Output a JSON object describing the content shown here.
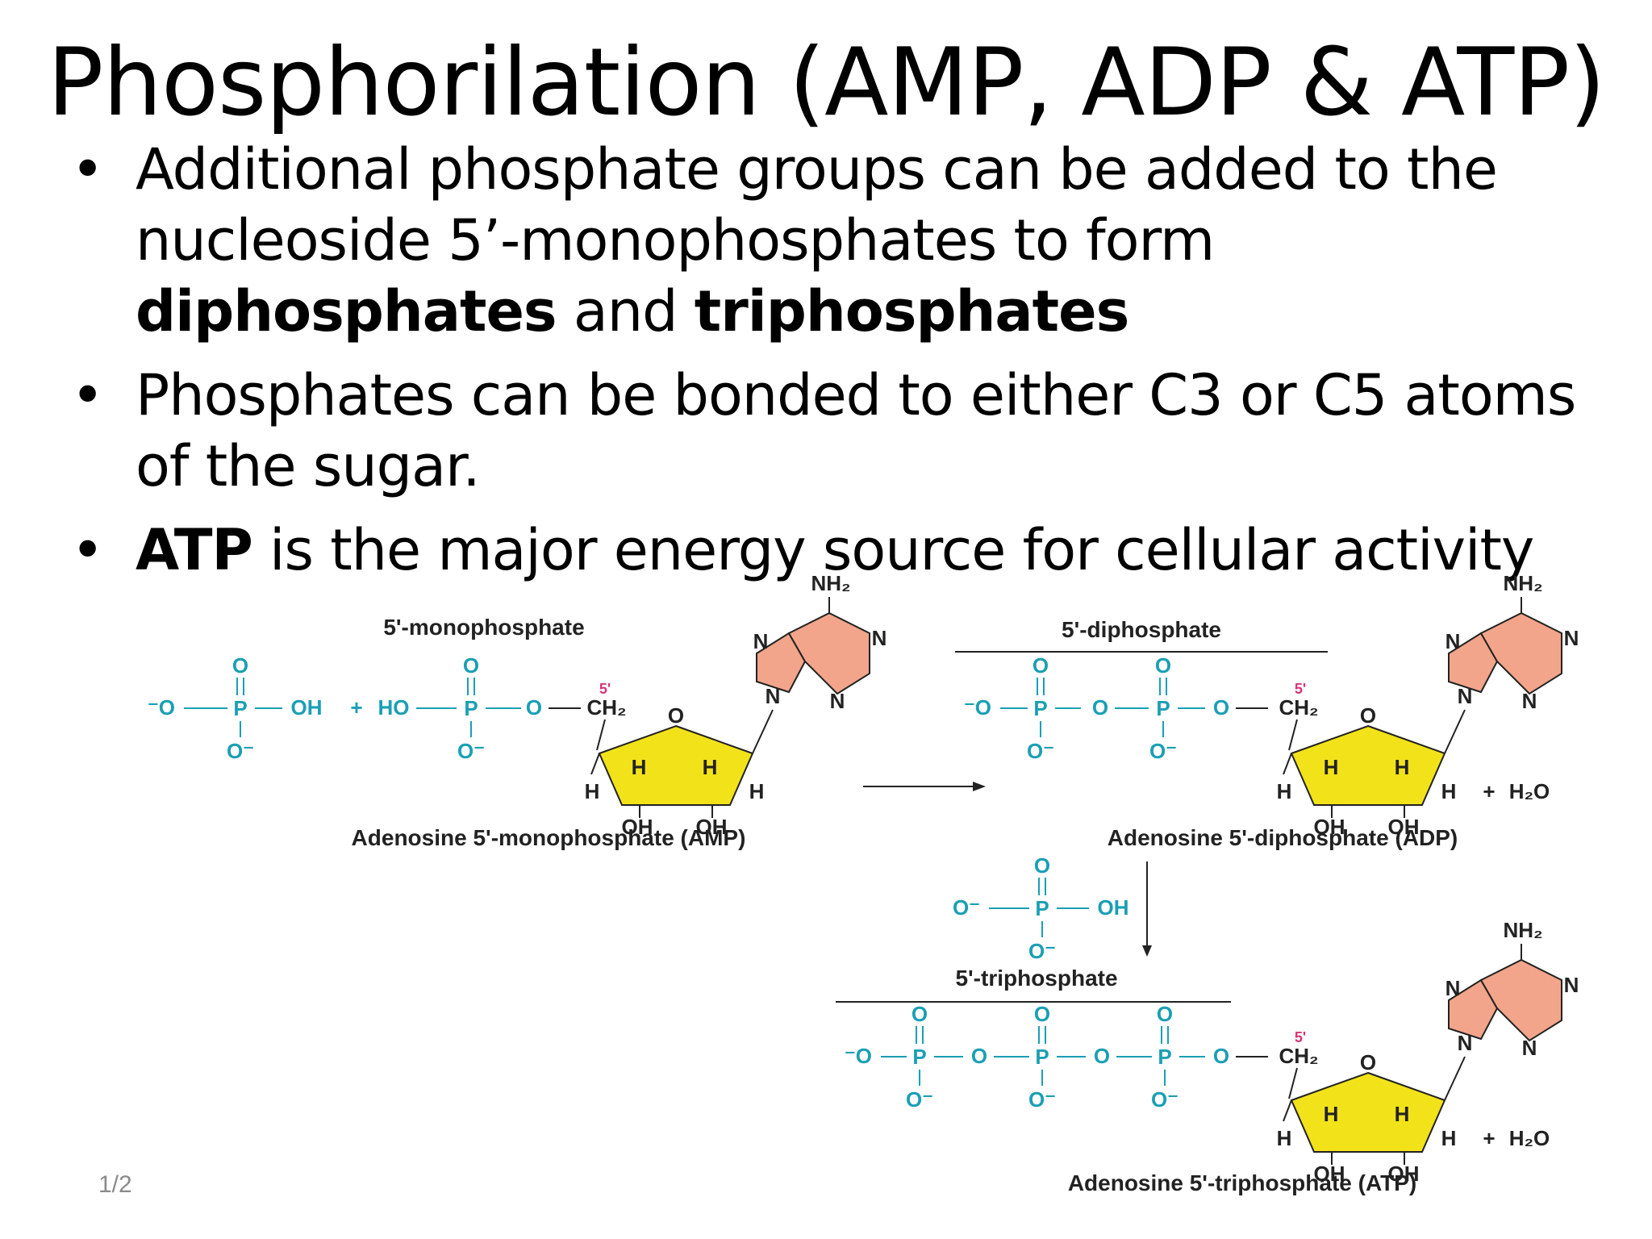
{
  "slide": {
    "title": "Phosphorilation (AMP, ADP & ATP)",
    "page_number": "1/2"
  },
  "bullets": [
    {
      "part1": "Additional phosphate groups can be added to the nucleoside 5’-monophosphates to form ",
      "bold1": "diphosphates",
      "part2": " and ",
      "bold2": "triphosphates"
    },
    {
      "text": "Phosphates can be bonded to either C3 or C5 atoms of the sugar."
    },
    {
      "bold": "ATP",
      "text": " is the major energy source for cellular activity"
    }
  ],
  "diagram": {
    "labels": {
      "monophosphate": "5'-monophosphate",
      "diphosphate": "5'-diphosphate",
      "triphosphate": "5'-triphosphate",
      "amp": "Adenosine 5'-monophosphate (AMP)",
      "adp": "Adenosine 5'-diphosphate (ADP)",
      "atp": "Adenosine 5'-triphosphate (ATP)"
    },
    "atoms": {
      "O": "O",
      "P": "P",
      "N": "N",
      "H": "H",
      "OH": "OH",
      "HO": "HO",
      "O_minus": "O⁻",
      "minus_O": "⁻O",
      "CH2": "CH₂",
      "NH2": "NH₂",
      "plus": "+",
      "H2O": "H₂O",
      "five_prime": "5'"
    },
    "colors": {
      "phosphate": "#1a9fb5",
      "ribose": "#f2e21a",
      "base": "#f2a58a",
      "prime_marker": "#d6337a"
    }
  }
}
